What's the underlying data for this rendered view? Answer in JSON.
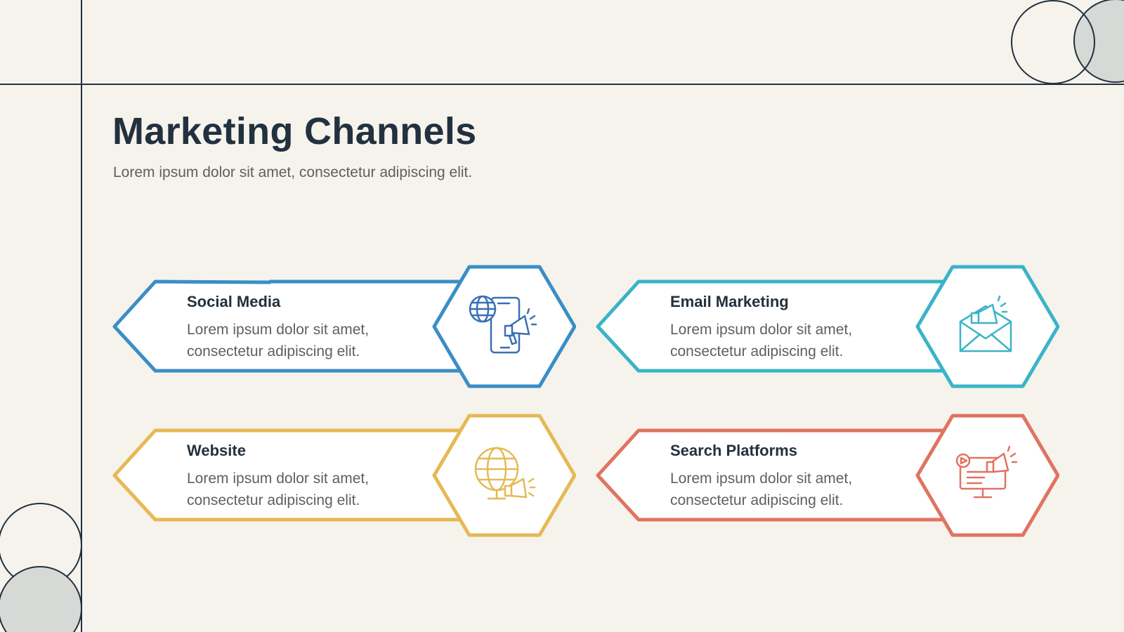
{
  "page": {
    "title": "Marketing Channels",
    "subtitle": "Lorem ipsum dolor sit amet, consectetur adipiscing elit."
  },
  "channels": [
    {
      "title": "Social Media",
      "text": "Lorem ipsum dolor sit amet, consectetur adipiscing elit.",
      "color": "#3a8ec6",
      "icon": "phone-globe-megaphone-icon"
    },
    {
      "title": "Email Marketing",
      "text": "Lorem ipsum dolor sit amet, consectetur adipiscing elit.",
      "color": "#3ab4c6",
      "icon": "envelope-megaphone-icon"
    },
    {
      "title": "Website",
      "text": "Lorem ipsum dolor sit amet, consectetur adipiscing elit.",
      "color": "#e6b954",
      "icon": "globe-megaphone-icon"
    },
    {
      "title": "Search Platforms",
      "text": "Lorem ipsum dolor sit amet, consectetur adipiscing elit.",
      "color": "#e07361",
      "icon": "monitor-megaphone-icon"
    }
  ],
  "colors": {
    "background": "#f6f3ed",
    "line": "#22313f",
    "circle_fill": "#d7d9d6"
  }
}
